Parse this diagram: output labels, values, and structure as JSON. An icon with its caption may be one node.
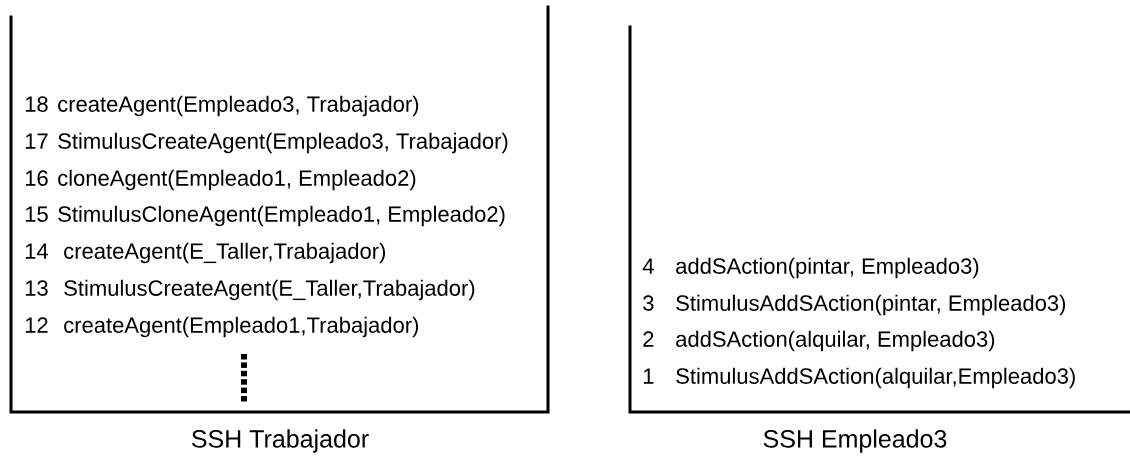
{
  "diagram": {
    "nodes": [
      {
        "text": [
          "SSH Trabajador"
        ]
      },
      {
        "text": [
          "SSH Empleado3"
        ]
      },
      {
        "text": [
          "18",
          "createAgent(Empleado3, Trabajador)"
        ],
        "in": 0
      },
      {
        "text": [
          "17",
          "StimulusCreateAgent(Empleado3, Trabajador)"
        ],
        "in": 0
      },
      {
        "text": [
          "16",
          "cloneAgent(Empleado1, Empleado2)"
        ],
        "in": 0
      },
      {
        "text": [
          "15",
          "StimulusCloneAgent(Empleado1, Empleado2)"
        ],
        "in": 0
      },
      {
        "text": [
          "14",
          "createAgent(E_Taller,Trabajador)"
        ],
        "in": 0
      },
      {
        "text": [
          "13",
          "StimulusCreateAgent(E_Taller,Trabajador)"
        ],
        "in": 0
      },
      {
        "text": [
          "12",
          "createAgent(Empleado1,Trabajador)"
        ],
        "in": 0
      },
      {
        "text": [
          "4",
          "addSAction(pintar, Empleado3)"
        ],
        "in": 1
      },
      {
        "text": [
          "3",
          "StimulusAddSAction(pintar, Empleado3)"
        ],
        "in": 1
      },
      {
        "text": [
          "2",
          "addSAction(alquilar, Empleado3)"
        ],
        "in": 1
      },
      {
        "text": [
          "1",
          "StimulusAddSAction(alquilar,Empleado3)"
        ],
        "in": 1
      }
    ]
  }
}
